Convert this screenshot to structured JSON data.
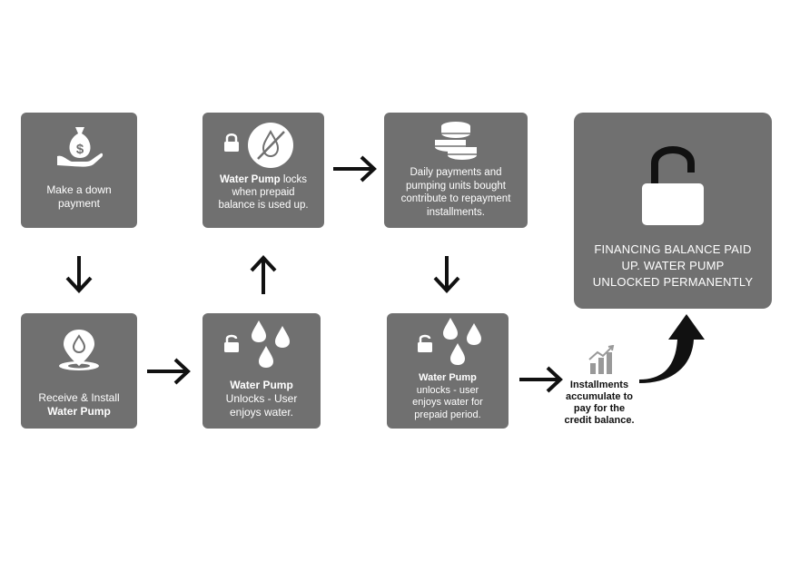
{
  "steps": {
    "down_payment": {
      "line1": "Make a down",
      "line2": "payment"
    },
    "receive": {
      "line1": "Receive & Install",
      "line2_bold": "Water Pump"
    },
    "unlocks": {
      "bold": "Water Pump",
      "line2": "Unlocks  - User",
      "line3": "enjoys water."
    },
    "locks": {
      "bold": "Water Pump",
      "rest1": " locks",
      "line2": "when prepaid",
      "line3": "balance is used up."
    },
    "daily": {
      "line1": "Daily payments and",
      "line2": "pumping units bought",
      "line3": "contribute to repayment",
      "line4": "installments."
    },
    "unlocks_prepaid": {
      "bold": "Water Pump",
      "line2": "unlocks - user",
      "line3": "enjoys water for",
      "line4": "prepaid period."
    },
    "installments": {
      "line1": "Installments",
      "line2": "accumulate to",
      "line3": "pay for the",
      "line4": "credit balance."
    },
    "final": {
      "line1": "FINANCING BALANCE PAID",
      "line2": "UP. WATER PUMP",
      "line3": "UNLOCKED PERMANENTLY"
    }
  },
  "icons": [
    "money-bag-hand-icon",
    "location-pin-drop-icon",
    "padlock-icon",
    "water-drops-icon",
    "no-water-icon",
    "coins-stack-icon",
    "bar-chart-icon",
    "open-padlock-icon"
  ],
  "colors": {
    "box": "#707070",
    "text": "#ffffff",
    "arrow": "#111111"
  }
}
